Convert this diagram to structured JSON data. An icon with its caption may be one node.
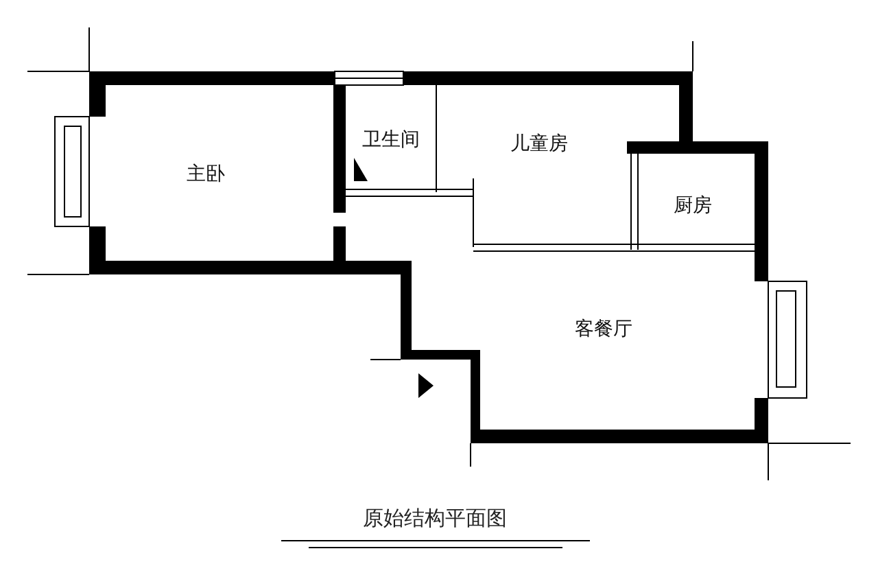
{
  "diagram": {
    "caption": "原始结构平面图",
    "nodes": [
      {
        "text": [
          "主卧"
        ]
      },
      {
        "text": [
          "卫生间"
        ]
      },
      {
        "text": [
          "儿童房"
        ]
      },
      {
        "text": [
          "厨房"
        ]
      },
      {
        "text": [
          "客餐厅"
        ]
      }
    ],
    "edges": []
  }
}
